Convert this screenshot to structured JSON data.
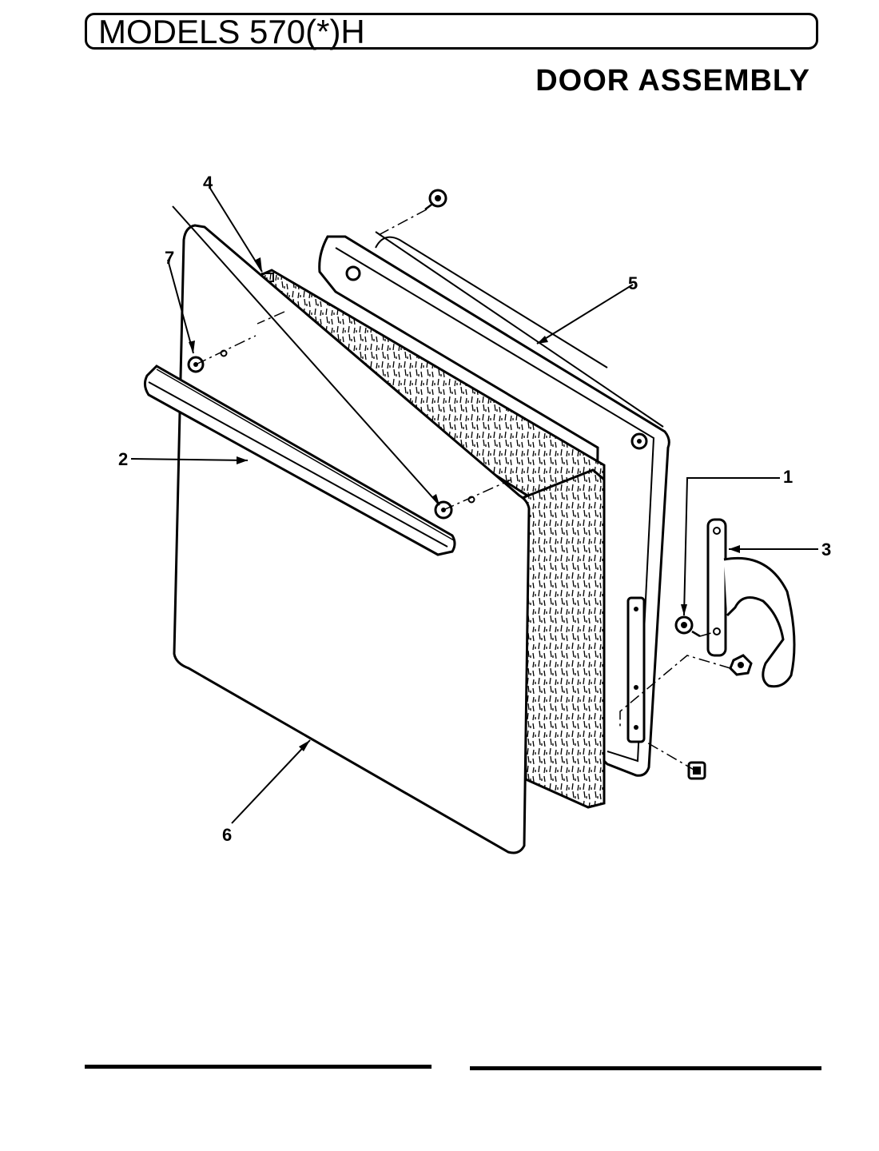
{
  "header": {
    "title": "MODELS 570(*)H",
    "subtitle": "DOOR ASSEMBLY"
  },
  "diagram": {
    "callouts": [
      "1",
      "2",
      "3",
      "4",
      "5",
      "6",
      "7"
    ]
  },
  "colors": {
    "ink": "#000000",
    "paper": "#ffffff"
  }
}
